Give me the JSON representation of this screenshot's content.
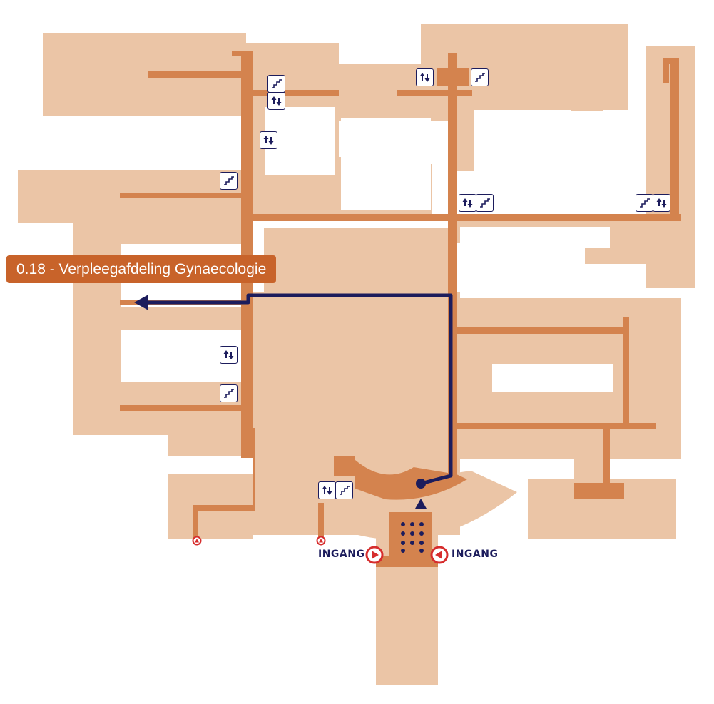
{
  "destination": {
    "label": "0.18 - Verpleegafdeling Gynaecologie"
  },
  "entrances": {
    "left_label": "INGANG",
    "right_label": "INGANG"
  },
  "icons": {
    "stairs": "stairs-icon",
    "elevator": "elevator-icon",
    "entrance": "entrance-arrow-icon",
    "exit": "exit-triangle-icon"
  },
  "colors": {
    "building": "#ebc5a6",
    "corridor": "#d4834e",
    "route": "#1c1c5c",
    "label_background": "#c8632a",
    "entrance_marker": "#d62d2d"
  }
}
